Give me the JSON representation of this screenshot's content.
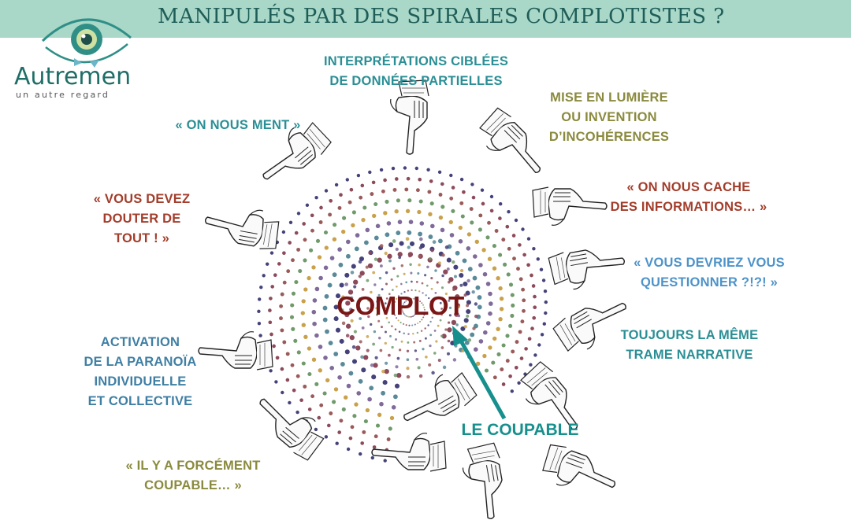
{
  "title": "MANIPULÉS PAR DES SPIRALES COMPLOTISTES ?",
  "logo": {
    "name": "Autremen",
    "tagline": "un autre regard"
  },
  "center": "COMPLOT",
  "culprit": "LE COUPABLE",
  "labels": [
    {
      "key": "interpretations",
      "text": "INTERPRÉTATIONS CIBLÉES\nDE DONNÉES PARTIELLES"
    },
    {
      "key": "lumiere",
      "text": "MISE EN LUMIÈRE\nOU INVENTION\nD’INCOHÉRENCES"
    },
    {
      "key": "ment",
      "text": "« ON NOUS MENT »"
    },
    {
      "key": "cache",
      "text": "« ON NOUS CACHE\nDES INFORMATIONS… »"
    },
    {
      "key": "douter",
      "text": "« VOUS DEVEZ\nDOUTER DE\nTOUT ! »"
    },
    {
      "key": "questionner",
      "text": "« VOUS DEVRIEZ VOUS\nQUESTIONNER ?!?! »"
    },
    {
      "key": "trame",
      "text": "TOUJOURS LA MÊME\nTRAME NARRATIVE"
    },
    {
      "key": "paranoia",
      "text": "ACTIVATION\nDE LA PARANOÏA\nINDIVIDUELLE\nET COLLECTIVE"
    },
    {
      "key": "coupable",
      "text": "« IL Y A FORCÉMENT\nCOUPABLE… »"
    }
  ],
  "colors": {
    "banner": "#a9d7c8",
    "title": "#1f5e58",
    "teal": "#2a8f95",
    "olive": "#8a8a3e",
    "rust": "#a33d2b",
    "blue": "#2b86c7",
    "complot": "#7a1616",
    "arrow": "#17908d",
    "dots": [
      "#45427a",
      "#8c4a5a",
      "#9a5a5a",
      "#6f9a6a",
      "#c9a14a",
      "#7f6a9a",
      "#5a8a9a"
    ]
  },
  "icons": [
    "eye-logo-icon",
    "pointing-hand-icon",
    "arrow-icon"
  ]
}
